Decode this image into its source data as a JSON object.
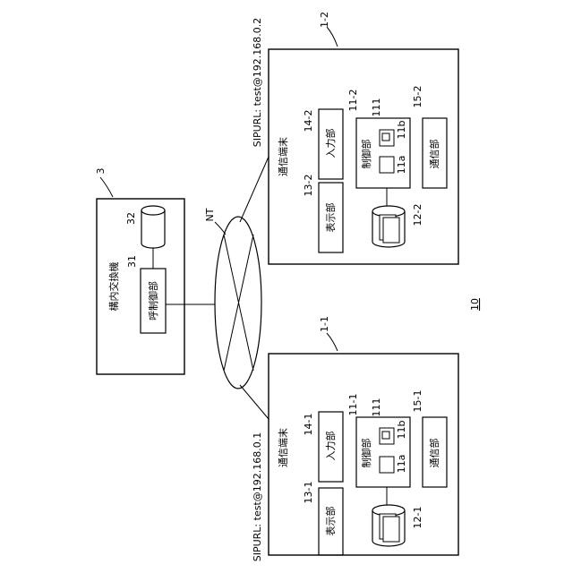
{
  "figure_number": "10",
  "network_label": "NT",
  "pbx": {
    "ref": "3",
    "title": "構内交換機",
    "call_control_ref": "31",
    "call_control_label": "呼制御部",
    "storage_ref": "32"
  },
  "terminals": [
    {
      "ref": "1-1",
      "title": "通信端末",
      "sip_uri": "SIPURL: test@192.168.0.1",
      "display_ref": "13-1",
      "display_label": "表示部",
      "input_ref": "14-1",
      "input_label": "入力部",
      "control_ref": "11-1",
      "control_label": "制御部",
      "sub_a_ref": "11a",
      "sub_b_ref": "11b",
      "sub_b_inner_ref": "111",
      "storage_ref": "12-1",
      "comm_ref": "15-1",
      "comm_label": "通信部"
    },
    {
      "ref": "1-2",
      "title": "通信端末",
      "sip_uri": "SIPURL: test@192.168.0.2",
      "display_ref": "13-2",
      "display_label": "表示部",
      "input_ref": "14-2",
      "input_label": "入力部",
      "control_ref": "11-2",
      "control_label": "制御部",
      "sub_a_ref": "11a",
      "sub_b_ref": "11b",
      "sub_b_inner_ref": "111",
      "storage_ref": "12-2",
      "comm_ref": "15-2",
      "comm_label": "通信部"
    }
  ]
}
